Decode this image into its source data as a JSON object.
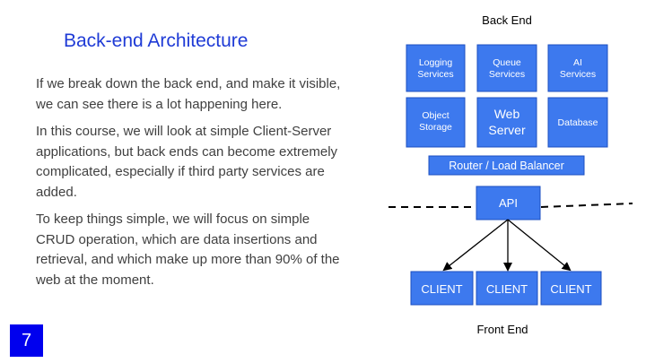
{
  "slide": {
    "title": "Back-end Architecture",
    "paragraphs": [
      "If we break down the back end, and make it visible, we can see there is a lot happening here.",
      "In this course, we will look at simple Client-Server applications, but back ends can become extremely complicated, especially if third party services are added.",
      "To keep things simple, we will focus on simple CRUD operation, which are data insertions and retrieval, and which make up more than 90% of the web at the moment."
    ],
    "page_number": "7"
  },
  "diagram": {
    "back_end_label": "Back End",
    "front_end_label": "Front End",
    "services": {
      "logging": [
        "Logging",
        "Services"
      ],
      "queue": [
        "Queue",
        "Services"
      ],
      "ai": [
        "AI",
        "Services"
      ],
      "object_storage": [
        "Object",
        "Storage"
      ],
      "web_server": [
        "Web",
        "Server"
      ],
      "database": "Database"
    },
    "router": "Router / Load Balancer",
    "api": "API",
    "clients": [
      "CLIENT",
      "CLIENT",
      "CLIENT"
    ],
    "colors": {
      "box_fill": "#3d79ee",
      "box_stroke": "#1c4fc0",
      "title": "#1f3bd6",
      "page_badge": "#0000ee"
    }
  }
}
